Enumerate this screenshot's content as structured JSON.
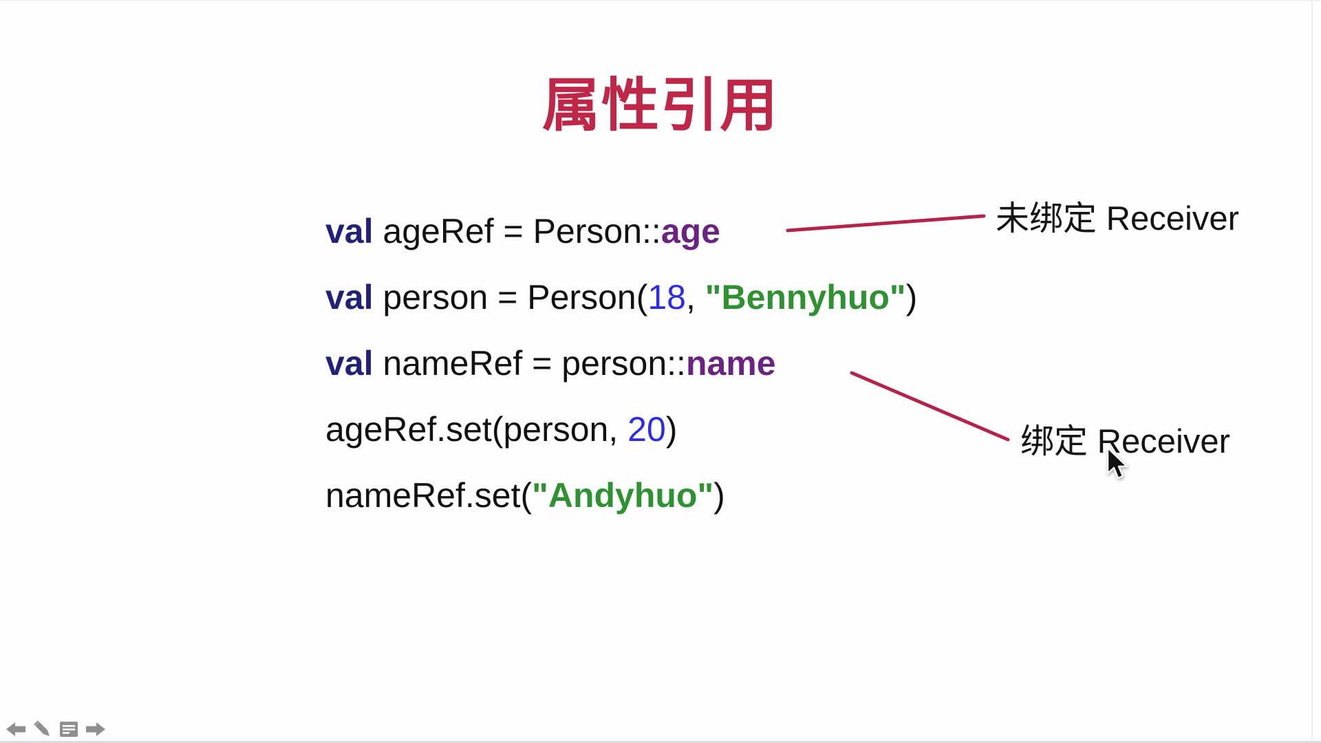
{
  "slide": {
    "title": "属性引用",
    "code": {
      "lines": [
        {
          "segments": [
            {
              "text": "val"
            },
            {
              "text": " ageRef = Person::"
            },
            {
              "text": "age"
            }
          ]
        },
        {
          "segments": [
            {
              "text": "val"
            },
            {
              "text": " person = Person("
            },
            {
              "text": "18"
            },
            {
              "text": ", "
            },
            {
              "text": "\"Bennyhuo\""
            },
            {
              "text": ")"
            }
          ]
        },
        {
          "segments": [
            {
              "text": "val"
            },
            {
              "text": " nameRef = person::"
            },
            {
              "text": "name"
            }
          ]
        },
        {
          "segments": [
            {
              "text": "ageRef.set(person, "
            },
            {
              "text": "20"
            },
            {
              "text": ")"
            }
          ]
        },
        {
          "segments": [
            {
              "text": "nameRef.set("
            },
            {
              "text": "\"Andyhuo\""
            },
            {
              "text": ")"
            }
          ]
        }
      ]
    },
    "annotations": {
      "unbound_label": "未绑定 Receiver",
      "bound_label": "绑定 Receiver"
    },
    "colors": {
      "title": "#be2748",
      "keyword": "#21217a",
      "property": "#6b2382",
      "number": "#2b2be8",
      "string": "#2e9132",
      "plain": "#111111",
      "annotation_line": "#b5234c",
      "nav_icon": "#8f8f8f"
    }
  },
  "nav": {
    "icons": [
      {
        "name": "left-arrow-icon"
      },
      {
        "name": "pen-icon"
      },
      {
        "name": "comment-panel-icon"
      },
      {
        "name": "right-arrow-icon"
      }
    ]
  }
}
